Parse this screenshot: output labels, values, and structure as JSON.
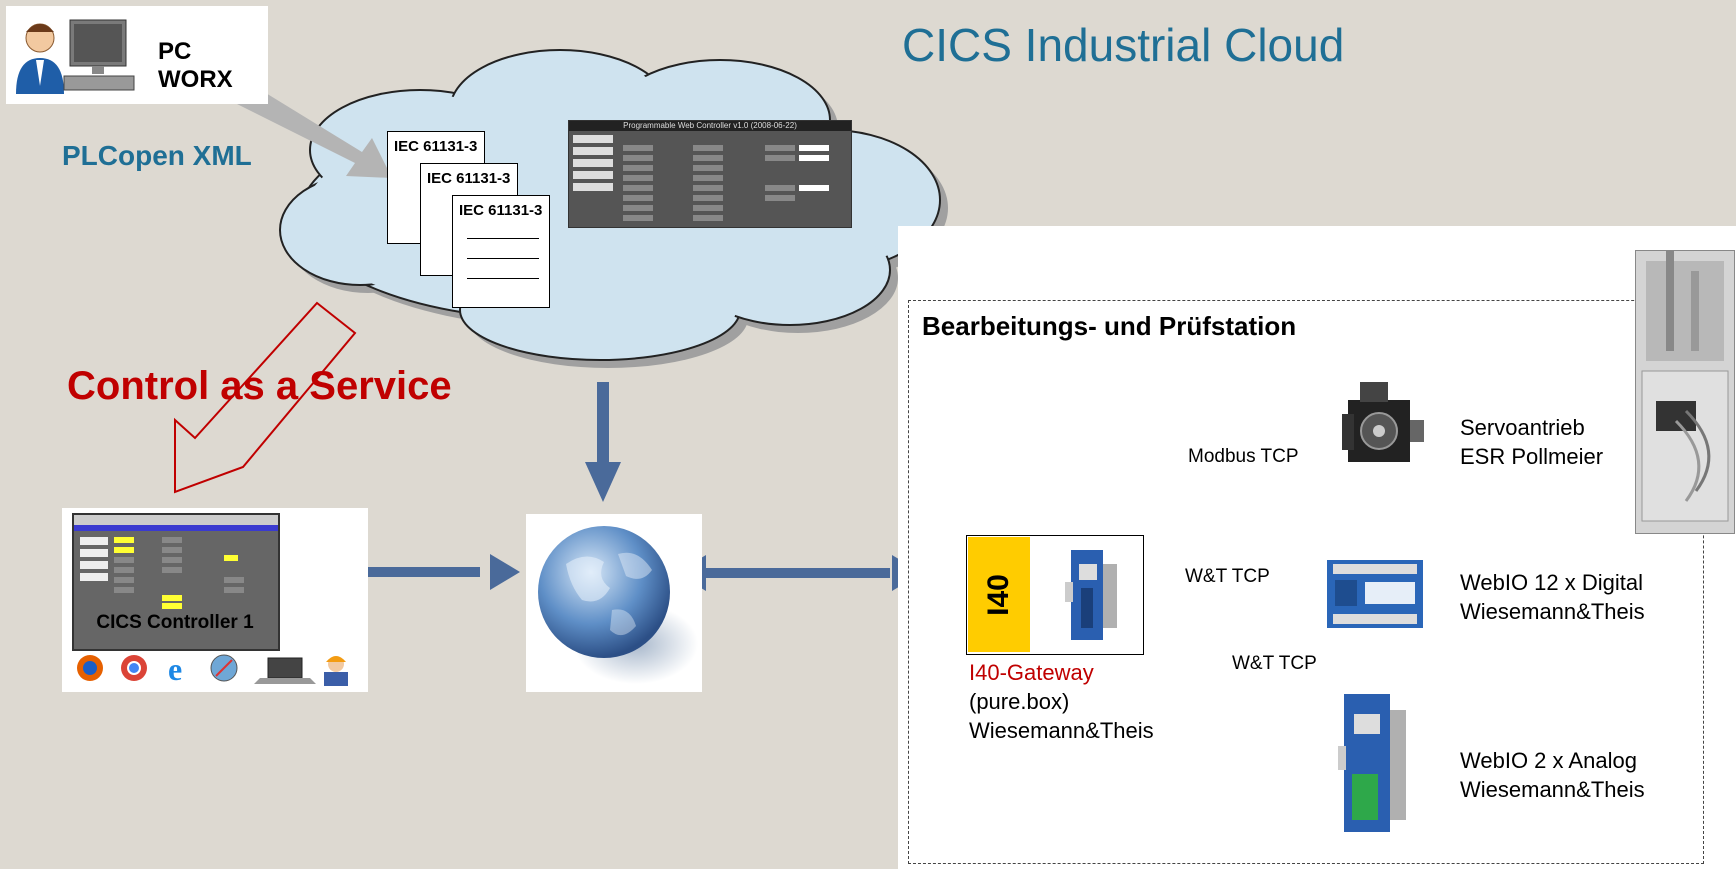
{
  "title": "CICS Industrial Cloud",
  "pc_worx": "PC WORX",
  "plcopen_xml": "PLCopen XML",
  "iec_docs": [
    "IEC 61131-3",
    "IEC 61131-3",
    "IEC 61131-3"
  ],
  "control_panel_title": "Programmable Web Controller v1.0 (2008-06-22)",
  "control_as_a_service": "Control as a Service",
  "controller_label": "CICS Controller 1",
  "station": {
    "title": "Bearbeitungs- und Prüfstation",
    "gateway": {
      "badge": "I40",
      "name": "I40-Gateway",
      "line2": "(pure.box)",
      "line3": "Wiesemann&Theis"
    },
    "links": [
      "Modbus TCP",
      "W&T TCP",
      "W&T TCP"
    ],
    "devices": [
      {
        "line1": "Servoantrieb",
        "line2": "ESR Pollmeier"
      },
      {
        "line1": "WebIO 12 x Digital",
        "line2": "Wiesemann&Theis"
      },
      {
        "line1": "WebIO 2 x Analog",
        "line2": "Wiesemann&Theis"
      }
    ]
  },
  "colors": {
    "background": "#ddd9d1",
    "title_blue": "#1f6f95",
    "accent_red": "#c00000",
    "arrow_blue": "#4a6a9a",
    "gateway_yellow": "#ffcc00"
  }
}
